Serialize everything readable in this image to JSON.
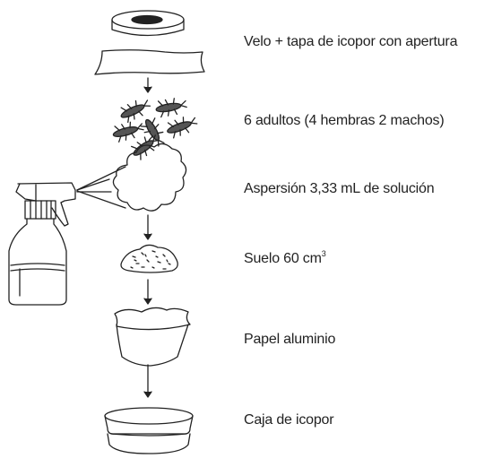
{
  "diagram": {
    "labels": {
      "lid": "Velo + tapa de icopor con apertura",
      "adults": "6 adultos (4 hembras 2 machos)",
      "spray": "Aspersión 3,33 mL de solución",
      "soil": "Suelo 60 cm",
      "soil_exp": "3",
      "foil": "Papel aluminio",
      "box": "Caja de icopor"
    },
    "colors": {
      "ink": "#222222",
      "insect_fill": "#555555"
    }
  }
}
